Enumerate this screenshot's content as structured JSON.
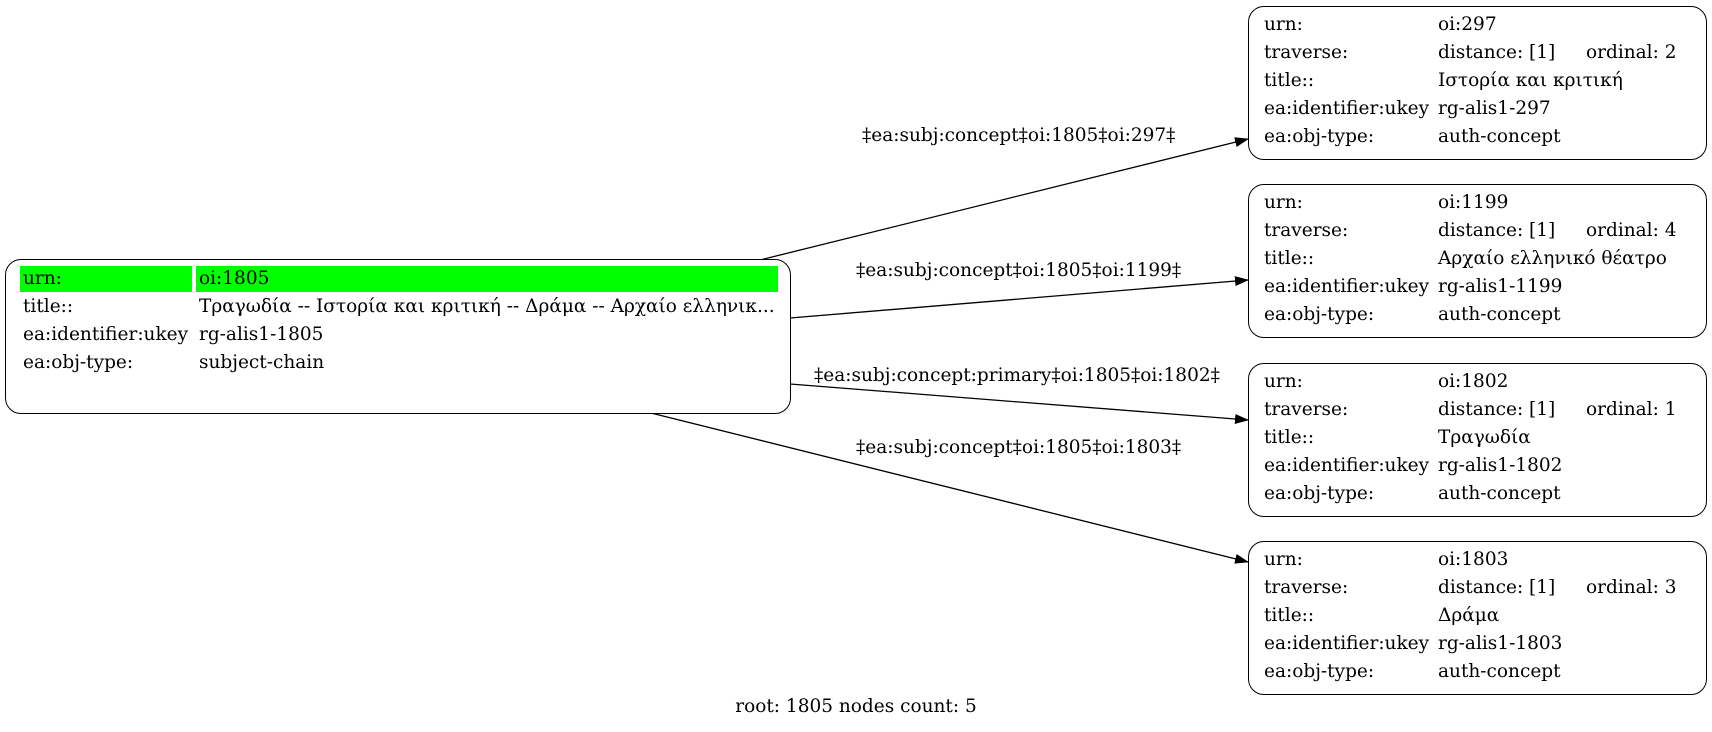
{
  "root_node": {
    "rows": [
      {
        "key": "urn:",
        "value": "oi:1805"
      },
      {
        "key": "title::",
        "value": "Τραγωδία -- Ιστορία και κριτική -- Δράμα -- Αρχαίο ελληνικ..."
      },
      {
        "key": "ea:identifier:ukey",
        "value": "rg-alis1-1805"
      },
      {
        "key": "ea:obj-type:",
        "value": "subject-chain"
      }
    ]
  },
  "child_nodes": [
    {
      "urn_key": "urn:",
      "urn": "oi:297",
      "traverse_key": "traverse:",
      "distance": "distance: [1]",
      "ordinal": "ordinal: 2",
      "title_key": "title::",
      "title": "Ιστορία και κριτική",
      "ukey_key": "ea:identifier:ukey",
      "ukey": "rg-alis1-297",
      "type_key": "ea:obj-type:",
      "type": "auth-concept"
    },
    {
      "urn_key": "urn:",
      "urn": "oi:1199",
      "traverse_key": "traverse:",
      "distance": "distance: [1]",
      "ordinal": "ordinal: 4",
      "title_key": "title::",
      "title": "Αρχαίο ελληνικό θέατρο",
      "ukey_key": "ea:identifier:ukey",
      "ukey": "rg-alis1-1199",
      "type_key": "ea:obj-type:",
      "type": "auth-concept"
    },
    {
      "urn_key": "urn:",
      "urn": "oi:1802",
      "traverse_key": "traverse:",
      "distance": "distance: [1]",
      "ordinal": "ordinal: 1",
      "title_key": "title::",
      "title": "Τραγωδία",
      "ukey_key": "ea:identifier:ukey",
      "ukey": "rg-alis1-1802",
      "type_key": "ea:obj-type:",
      "type": "auth-concept"
    },
    {
      "urn_key": "urn:",
      "urn": "oi:1803",
      "traverse_key": "traverse:",
      "distance": "distance: [1]",
      "ordinal": "ordinal: 3",
      "title_key": "title::",
      "title": "Δράμα",
      "ukey_key": "ea:identifier:ukey",
      "ukey": "rg-alis1-1803",
      "type_key": "ea:obj-type:",
      "type": "auth-concept"
    }
  ],
  "edges": [
    {
      "label": "‡ea:subj:concept‡oi:1805‡oi:297‡"
    },
    {
      "label": "‡ea:subj:concept‡oi:1805‡oi:1199‡"
    },
    {
      "label": "‡ea:subj:concept:primary‡oi:1805‡oi:1802‡"
    },
    {
      "label": "‡ea:subj:concept‡oi:1805‡oi:1803‡"
    }
  ],
  "footer": "root: 1805 nodes count: 5",
  "colors": {
    "highlight": "#00ff00",
    "stroke": "#000000"
  }
}
